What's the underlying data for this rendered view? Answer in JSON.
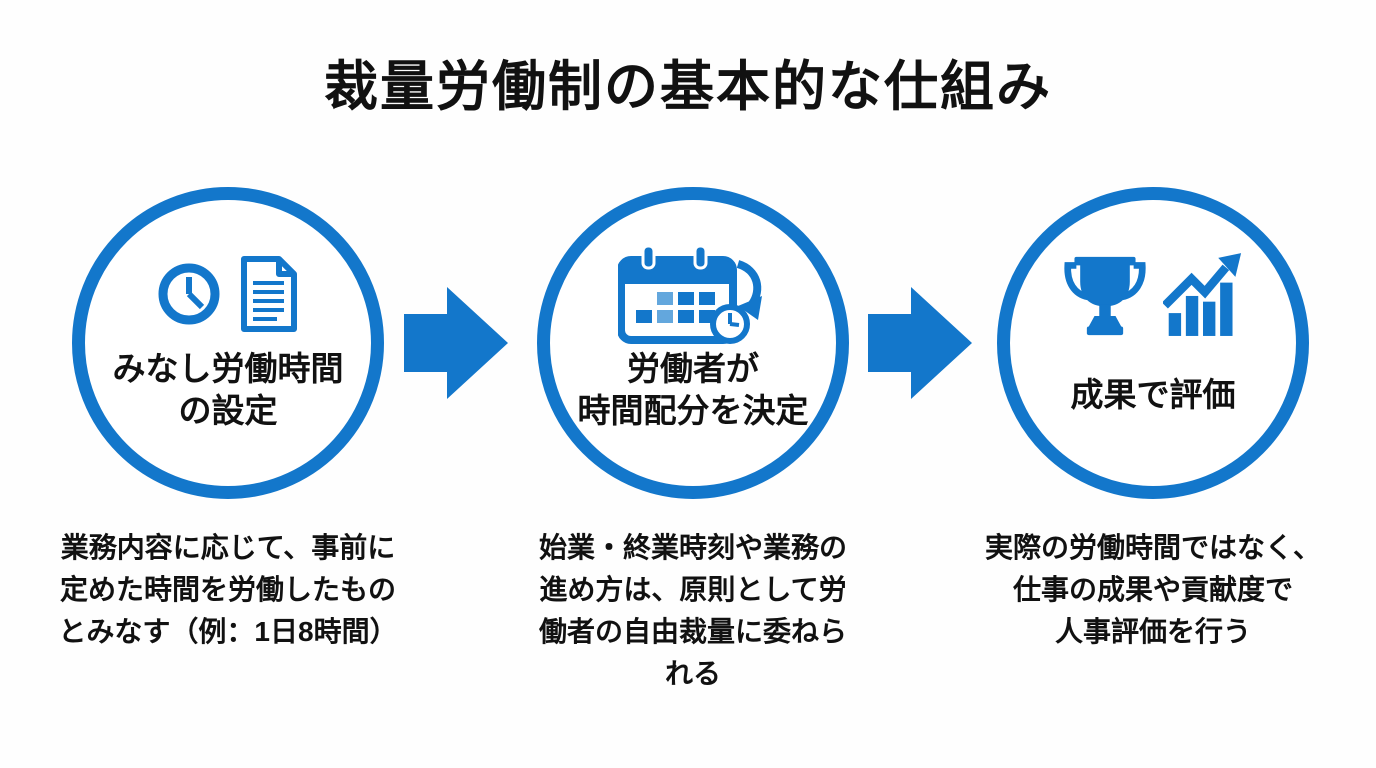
{
  "title": "裁量労働制の基本的な仕組み",
  "colors": {
    "primary_blue": "#1377cb",
    "light_blue": "#63a7dd",
    "text_black": "#111111",
    "background": "#fefefe"
  },
  "steps": [
    {
      "label": "みなし労働時間\nの設定",
      "icons": [
        "clock-icon",
        "document-icon"
      ],
      "description": "業務内容に応じて、事前に\n定めた時間を労働したもの\nとみなす（例：1日8時間）"
    },
    {
      "label": "労働者が\n時間配分を決定",
      "icons": [
        "calendar-clock-icon"
      ],
      "description": "始業・終業時刻や業務の\n進め方は、原則として労\n働者の自由裁量に委ねら\nれる"
    },
    {
      "label": "成果で評価",
      "icons": [
        "trophy-icon",
        "growth-chart-icon"
      ],
      "description": "実際の労働時間ではなく、\n仕事の成果や貢献度で\n人事評価を行う"
    }
  ]
}
